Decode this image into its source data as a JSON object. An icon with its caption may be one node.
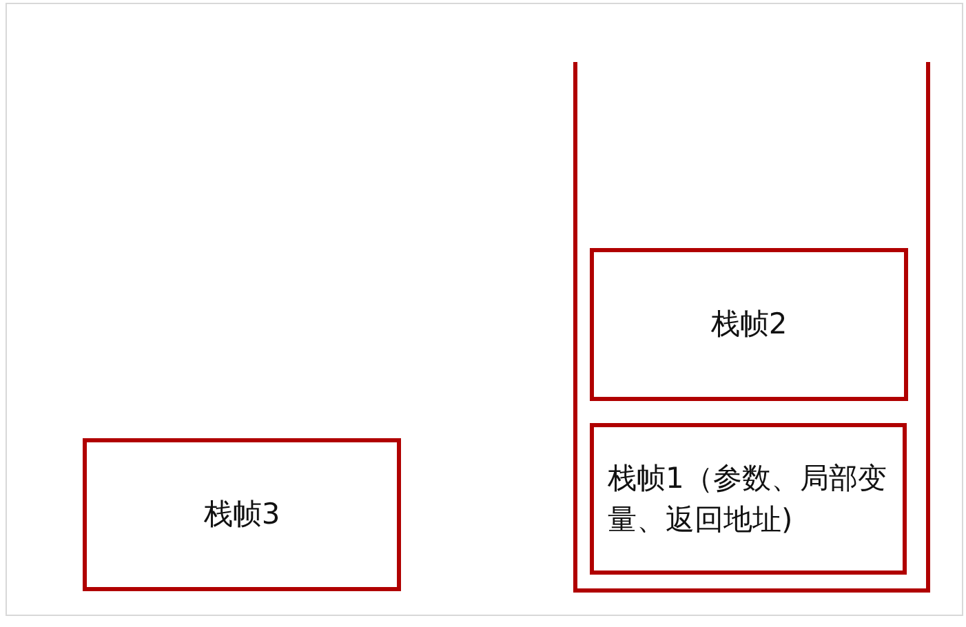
{
  "diagram": {
    "nodes": [
      {
        "text": [],
        "shape": "box"
      },
      {
        "text": [
          "栈帧2"
        ],
        "in": 0
      },
      {
        "text": [
          "栈帧1（参数、局部变量、返回地址)"
        ],
        "in": 0
      },
      {
        "text": [
          "栈帧3"
        ]
      }
    ],
    "edges": []
  }
}
